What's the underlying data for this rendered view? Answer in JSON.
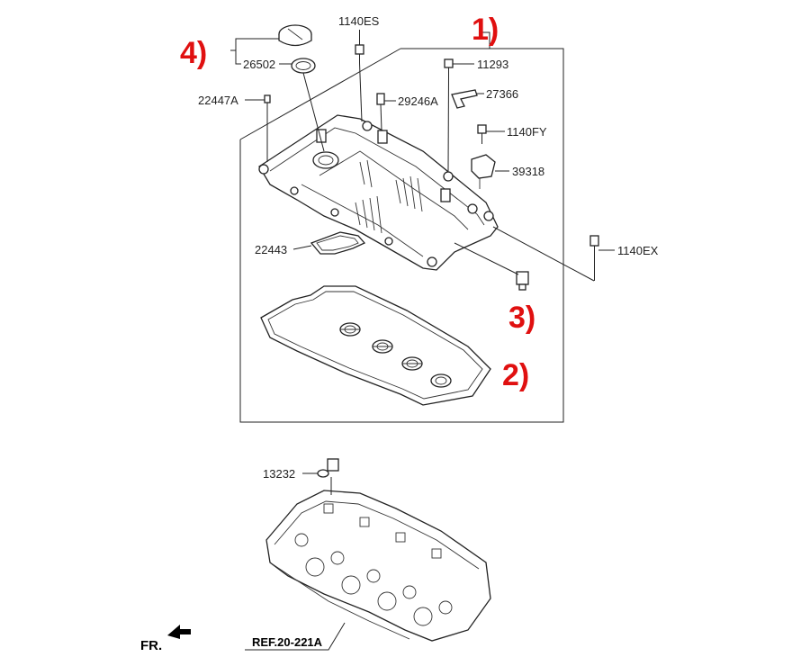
{
  "part_numbers": {
    "p1140es": "1140ES",
    "p11293": "11293",
    "p26502": "26502",
    "p27366": "27366",
    "p22447a": "22447A",
    "p29246a": "29246A",
    "p1140fy": "1140FY",
    "p39318": "39318",
    "p22443": "22443",
    "p1140ex": "1140EX",
    "p13232": "13232"
  },
  "callouts": {
    "c1": "1)",
    "c2": "2)",
    "c3": "3)",
    "c4": "4)",
    "color": "#e01010"
  },
  "front_label": "FR.",
  "reference_label": "REF.20-221A"
}
